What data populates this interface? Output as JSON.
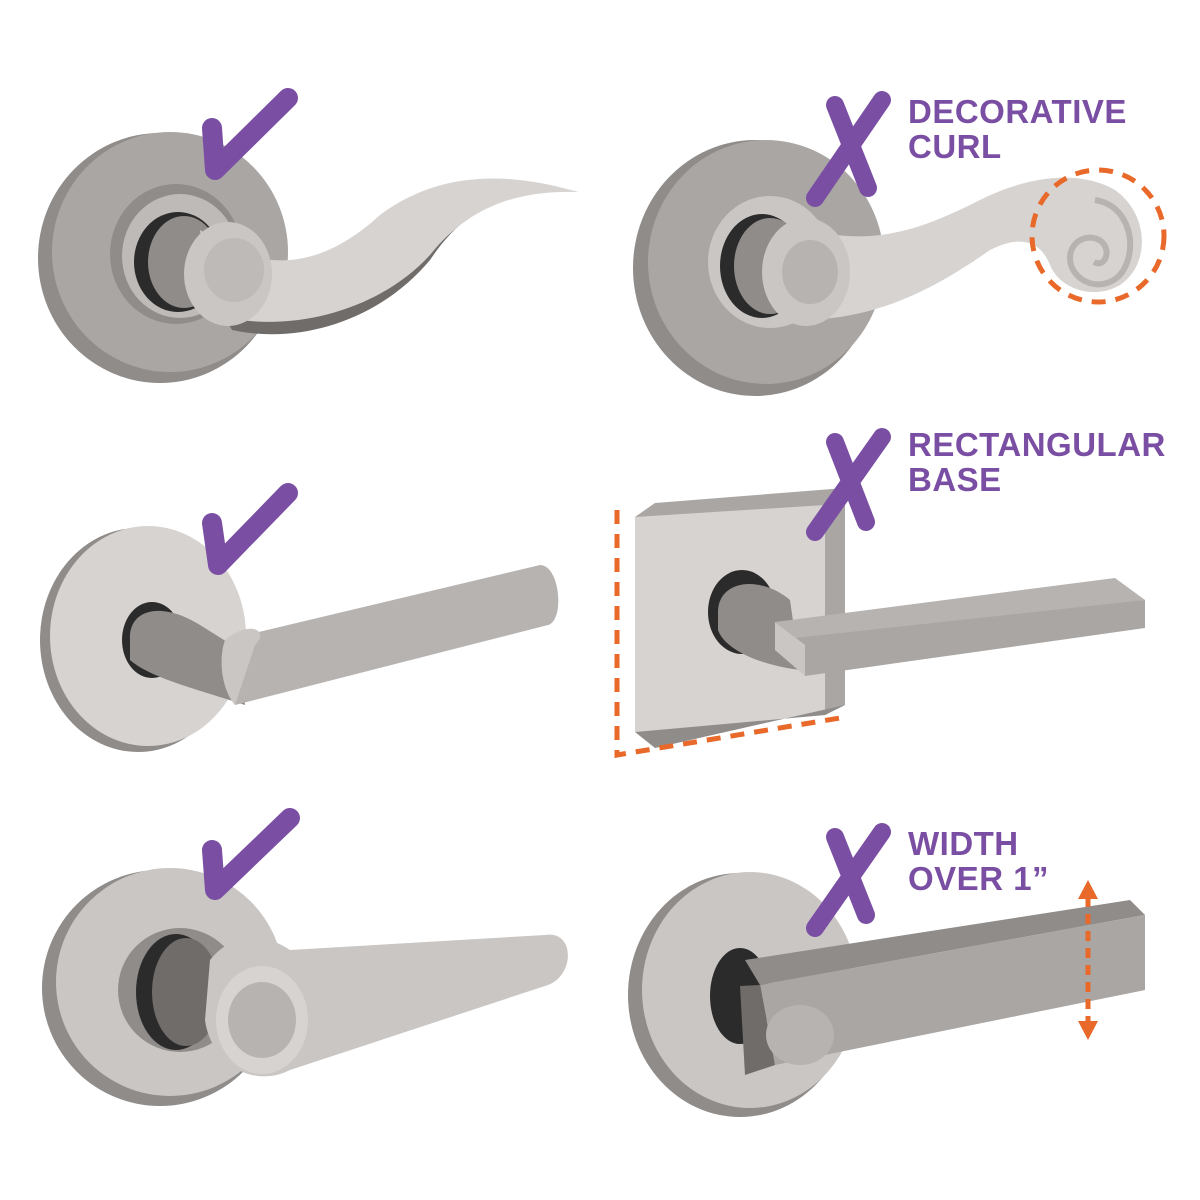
{
  "colors": {
    "accent_purple": "#7a4fa3",
    "accent_orange": "#e8692a",
    "metal_light": "#d6d3d1",
    "metal_mid": "#b6b3b1",
    "metal_dark": "#8f8c8a",
    "metal_shadow": "#6f6c6a",
    "hole": "#2c2b2b",
    "background": "#ffffff"
  },
  "examples": [
    {
      "id": "curved-lever",
      "verdict": "acceptable",
      "mark": "check-icon",
      "label_lines": []
    },
    {
      "id": "scroll-lever",
      "verdict": "unacceptable",
      "mark": "x-icon",
      "label_lines": [
        "DECORATIVE",
        "CURL"
      ],
      "highlight": "dashed-circle"
    },
    {
      "id": "straight-lever",
      "verdict": "acceptable",
      "mark": "check-icon",
      "label_lines": []
    },
    {
      "id": "square-rose-lever",
      "verdict": "unacceptable",
      "mark": "x-icon",
      "label_lines": [
        "RECTANGULAR",
        "BASE"
      ],
      "highlight": "dashed-corner"
    },
    {
      "id": "tapered-lever",
      "verdict": "acceptable",
      "mark": "check-icon",
      "label_lines": []
    },
    {
      "id": "wide-lever",
      "verdict": "unacceptable",
      "mark": "x-icon",
      "label_lines": [
        "WIDTH",
        "OVER 1”"
      ],
      "highlight": "double-arrow"
    }
  ]
}
